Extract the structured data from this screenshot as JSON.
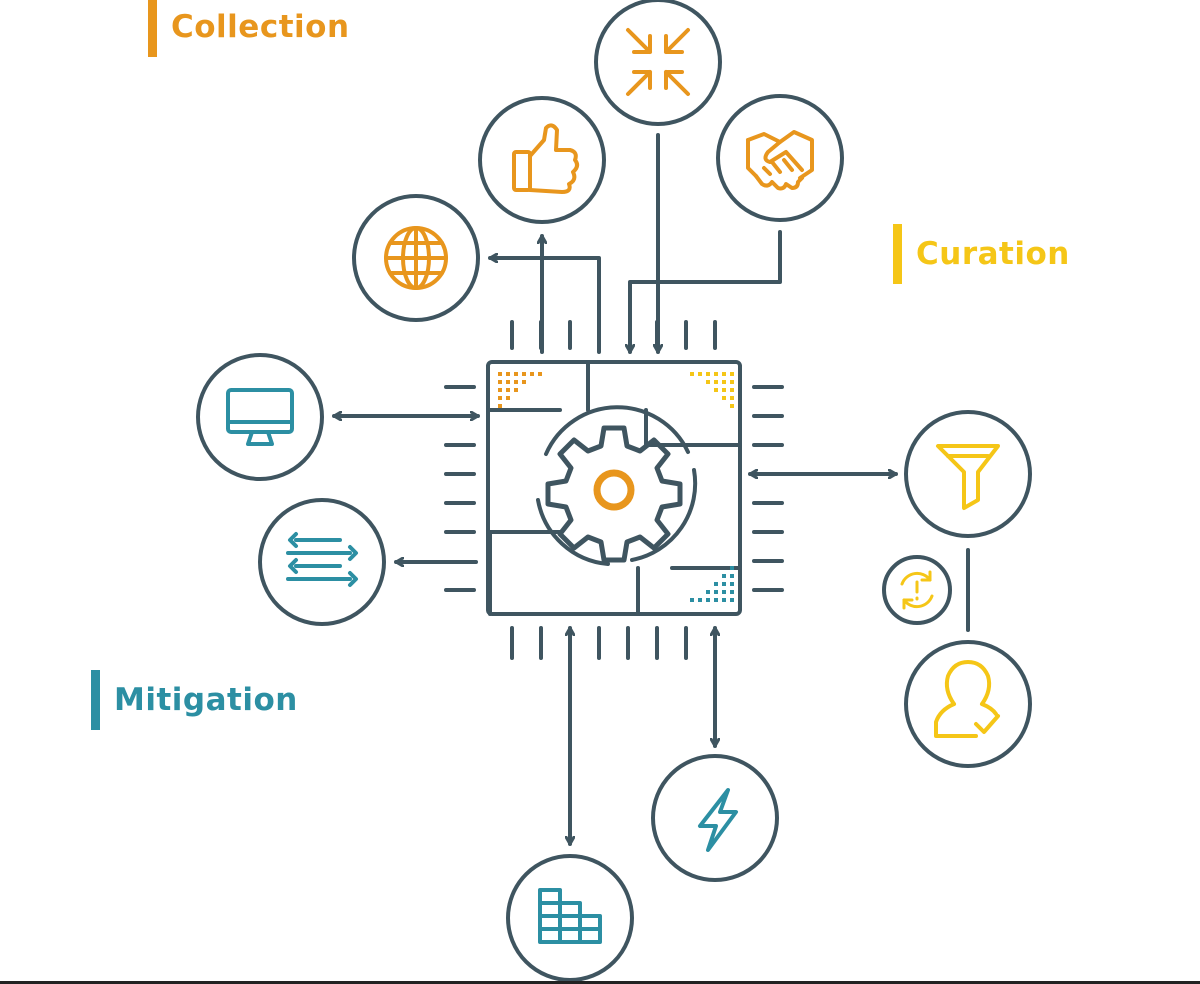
{
  "labels": {
    "collection": "Collection",
    "curation": "Curation",
    "mitigation": "Mitigation"
  },
  "colors": {
    "collection": "#e8961d",
    "curation": "#f5c617",
    "mitigation": "#2c8fa3",
    "outline": "#3f5560"
  },
  "nodes": [
    {
      "id": "merge",
      "icon": "merge-arrows-icon",
      "group": "collection"
    },
    {
      "id": "thumbs-up",
      "icon": "thumbs-up-icon",
      "group": "collection"
    },
    {
      "id": "handshake",
      "icon": "handshake-icon",
      "group": "collection"
    },
    {
      "id": "globe",
      "icon": "globe-icon",
      "group": "collection"
    },
    {
      "id": "monitor",
      "icon": "monitor-icon",
      "group": "mitigation"
    },
    {
      "id": "list",
      "icon": "list-arrows-icon",
      "group": "mitigation"
    },
    {
      "id": "bricks",
      "icon": "brick-wall-icon",
      "group": "mitigation"
    },
    {
      "id": "lightning",
      "icon": "lightning-bolt-icon",
      "group": "mitigation"
    },
    {
      "id": "filter",
      "icon": "filter-funnel-icon",
      "group": "curation"
    },
    {
      "id": "refresh-alert",
      "icon": "refresh-alert-icon",
      "group": "curation"
    },
    {
      "id": "user-check",
      "icon": "user-check-icon",
      "group": "curation"
    }
  ],
  "center": {
    "icon": "gear-icon"
  }
}
